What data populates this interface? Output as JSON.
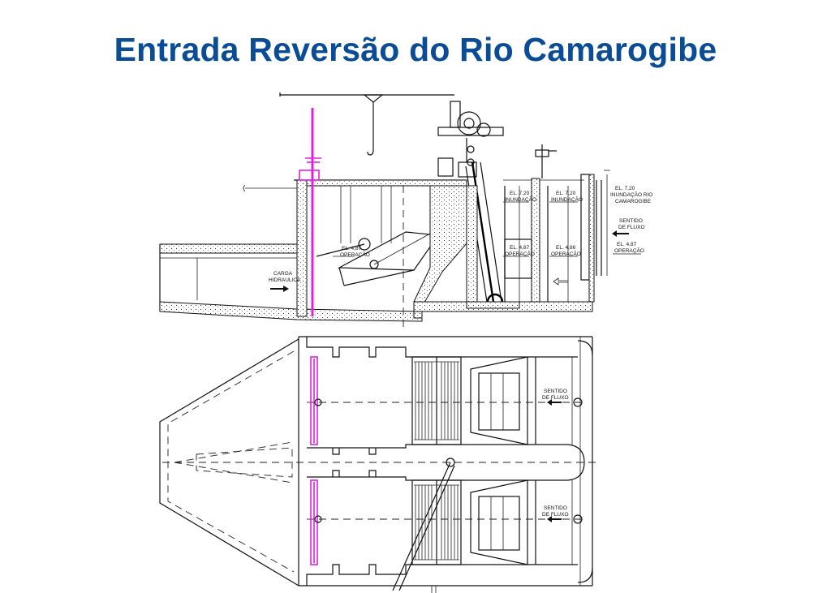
{
  "title": "Entrada Reversão do Rio Camarogibe",
  "labels": {
    "carga_1": "CARGA",
    "carga_2": "HIDRAULICA",
    "el_op_left_1": "EL. 4,87",
    "el_op_left_2": "OPERAÇÃO",
    "el_inund_a_1": "EL. 7,20",
    "el_inund_a_2": "INUNDAÇÃO",
    "el_inund_b_1": "EL. 7,20",
    "el_inund_b_2": "INUNDAÇÃO",
    "el_op_a_1": "EL. 4,87",
    "el_op_a_2": "OPERAÇÃO",
    "el_op_b_1": "EL. 4,86",
    "el_op_b_2": "OPERAÇÃO",
    "el_inund_rio_1": "EL. 7,20",
    "el_inund_rio_2": "INUNDAÇÃO RIO",
    "el_inund_rio_3": "CAMAROGIBE",
    "sentido_side_1": "SENTIDO",
    "sentido_side_2": "DE FLUXO",
    "el_op_right_1": "EL. 4,87",
    "el_op_right_2": "OPERAÇÃO",
    "sentido_plan_top_1": "SENTIDO",
    "sentido_plan_top_2": "DE FLUXO",
    "sentido_plan_bot_1": "SENTIDO",
    "sentido_plan_bot_2": "DE FLUXO"
  },
  "colors": {
    "title": "#0a4d96",
    "highlight": "#e020e0",
    "line": "#111111"
  }
}
